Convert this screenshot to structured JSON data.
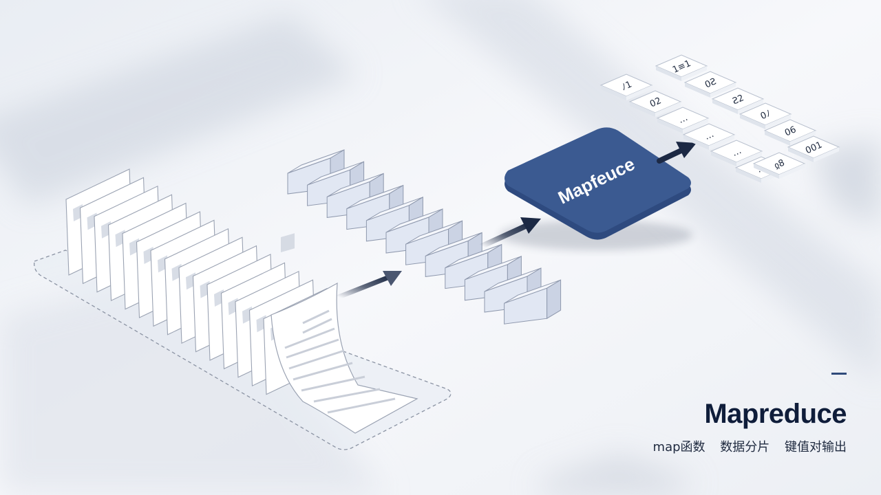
{
  "slide": {
    "title": "Mapreduce",
    "subtitle_items": [
      "map函数",
      "数据分片",
      "键值对输出"
    ]
  },
  "diagram": {
    "engine_label": "Mapfeuce",
    "output_cells": [
      "ﾉ1",
      "1≡1",
      "02",
      "0Ƨ",
      "…",
      "Ƨ2",
      "…",
      "0ﾉ",
      "…",
      "06",
      "…",
      "001",
      "ჲ8"
    ],
    "counts": {
      "input_docs": 15,
      "shard_blocks": 12
    }
  },
  "colors": {
    "accent_navy": "#2f4a7a",
    "engine_blue": "#3b5a91",
    "arrow_dark": "#1c2944",
    "doc_white": "#ffffff",
    "block_face": "#e1e7f3",
    "text_dark": "#0f1d3a"
  },
  "icons": [
    "document-stack-icon",
    "data-shard-icon",
    "arrow-icon",
    "key-value-table-icon"
  ]
}
